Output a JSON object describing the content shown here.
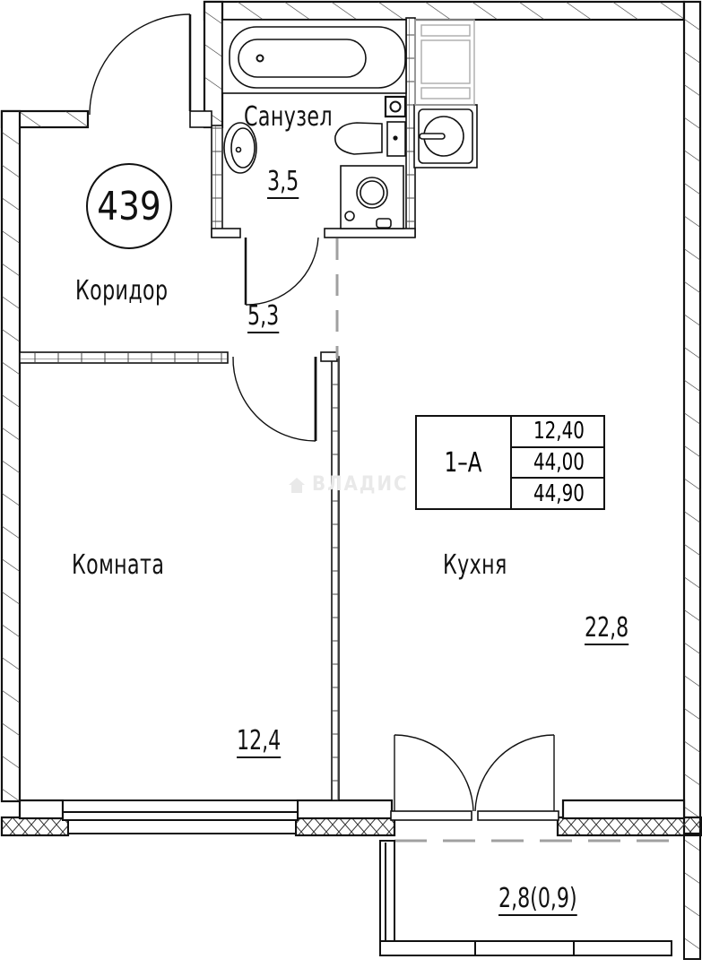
{
  "plan": {
    "apartment_number": "439",
    "apartment_type": "1–A",
    "areas_table": [
      "12,40",
      "44,00",
      "44,90"
    ],
    "watermark": "ВЛАДИС"
  },
  "rooms": [
    {
      "id": "corridor",
      "name": "Коридор",
      "area": "5,3"
    },
    {
      "id": "bathroom",
      "name": "Санузел",
      "area": "3,5"
    },
    {
      "id": "room",
      "name": "Комната",
      "area": "12,4"
    },
    {
      "id": "kitchen",
      "name": "Кухня",
      "area": "22,8"
    },
    {
      "id": "balcony",
      "name": "",
      "area": "2,8(0,9)"
    }
  ],
  "colors": {
    "line": "#111111",
    "wall_fill": "#ffffff",
    "dashed_line": "#a0a0a0",
    "background": "#ffffff"
  }
}
